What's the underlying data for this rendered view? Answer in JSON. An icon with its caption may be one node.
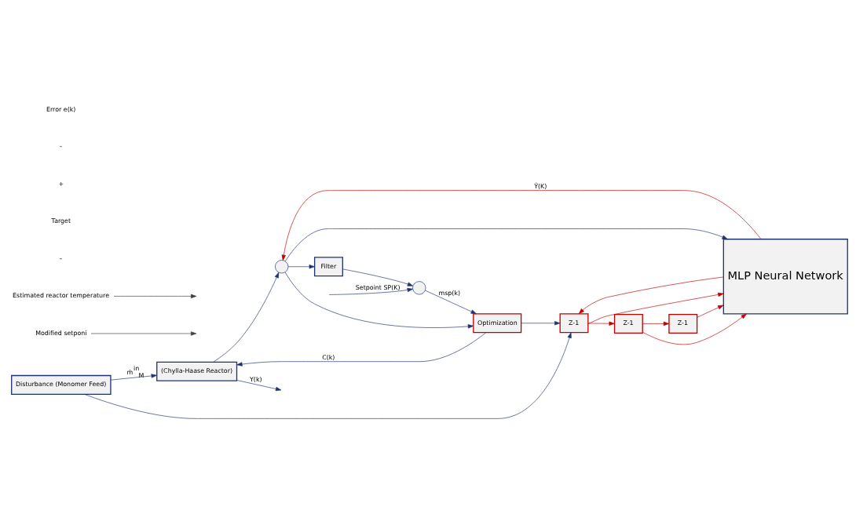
{
  "diagram": {
    "nodes": [
      {
        "text": [
          "Disturbance (Monomer Feed)"
        ]
      },
      {
        "text": [],
        "shape": "circle"
      },
      {
        "text": [
          "Optimization"
        ]
      },
      {
        "text": [
          "(Chylla-Haase Reactor)"
        ]
      },
      {
        "text": [
          "Filter"
        ]
      },
      {
        "text": [
          "Z-1"
        ]
      },
      {
        "text": [
          "Z-1"
        ]
      },
      {
        "text": [
          "Z-1"
        ]
      },
      {
        "text": [
          "MLP Neural Network"
        ]
      },
      {
        "text": [],
        "shape": "circle"
      },
      {
        "text": [
          "Modified setponi"
        ]
      },
      {
        "text": [
          "Estimated reactor temperature"
        ]
      }
    ],
    "edges": [
      {
        "from": null,
        "to": 1,
        "arrow": "to",
        "label": "Setpoint SP(K)"
      },
      {
        "from": 1,
        "to": 2,
        "arrow": "to",
        "label": "msp(k)"
      },
      {
        "from": 0,
        "to": 3,
        "arrow": "to",
        "label": "ṁ$^{in}$$_{M}$"
      },
      {
        "from": 0,
        "to": 5,
        "arrow": "to"
      },
      {
        "from": 2,
        "to": 3,
        "arrow": "to",
        "label": "C(k)"
      },
      {
        "from": 2,
        "to": 5,
        "arrow": "to"
      },
      {
        "from": 3,
        "to": null,
        "arrow": "to",
        "label": "Y(k)"
      },
      {
        "from": 3,
        "to": 9,
        "arrow": "to"
      },
      {
        "from": 9,
        "to": 2,
        "arrow": "to"
      },
      {
        "from": 9,
        "to": 4,
        "arrow": "to"
      },
      {
        "from": 9,
        "to": 8,
        "arrow": "to"
      },
      {
        "from": 4,
        "to": 1,
        "arrow": "to"
      },
      {
        "from": 5,
        "to": 6,
        "arrow": "to",
        "color": "#c00000"
      },
      {
        "from": 6,
        "to": 7,
        "arrow": "to",
        "color": "#c00000"
      },
      {
        "from": 5,
        "to": 8,
        "arrow": "to",
        "color": "#c00000"
      },
      {
        "from": 6,
        "to": 8,
        "arrow": "to",
        "color": "#c00000"
      },
      {
        "from": 7,
        "to": 8,
        "arrow": "to",
        "color": "#c00000"
      },
      {
        "from": 8,
        "to": 9,
        "arrow": "to",
        "label": "Ŷ(K)",
        "color": "#c00000"
      },
      {
        "from": 8,
        "to": 5,
        "arrow": "to",
        "color": "#c00000"
      },
      {
        "from": 10,
        "to": null,
        "arrow": "to"
      },
      {
        "from": 11,
        "to": null,
        "arrow": "to"
      }
    ],
    "labels": [
      "–",
      "Target",
      "+",
      "–",
      "Error e(k)"
    ]
  }
}
